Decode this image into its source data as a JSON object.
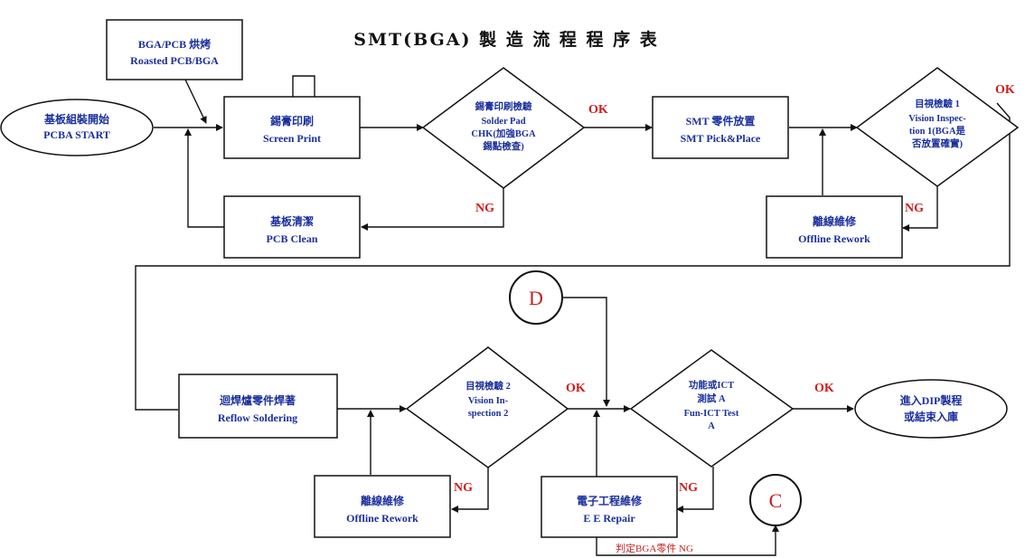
{
  "title": "SMT(BGA) 製 造 流 程 程 序 表",
  "nodes": {
    "start": {
      "line1": "基板組裝開始",
      "line2": "PCBA START"
    },
    "bake": {
      "line1": "BGA/PCB 烘烤",
      "line2": "Roasted PCB/BGA"
    },
    "screen_print": {
      "line1": "錫膏印刷",
      "line2": "Screen Print"
    },
    "solder_check": {
      "line1": "錫膏印刷檢驗",
      "line2": "Solder Pad",
      "line3": "CHK(加強BGA",
      "line4": "錫點檢查)"
    },
    "pcb_clean": {
      "line1": "基板清潔",
      "line2": "PCB Clean"
    },
    "pick_place": {
      "line1": "SMT 零件放置",
      "line2": "SMT Pick&Place"
    },
    "vision1": {
      "line1": "目視檢驗 1",
      "line2": "Vision Inspec-",
      "line3": "tion 1(BGA是",
      "line4": "否放置確實)"
    },
    "rework1": {
      "line1": "離線維修",
      "line2": "Offline Rework"
    },
    "reflow": {
      "line1": "迴焊爐零件焊著",
      "line2": "Reflow Soldering"
    },
    "vision2": {
      "line1": "目視檢驗 2",
      "line2": "Vision In-",
      "line3": "spection 2"
    },
    "rework2": {
      "line1": "離線維修",
      "line2": "Offline Rework"
    },
    "ict": {
      "line1": "功能或ICT",
      "line2": "測試 A",
      "line3": "Fun-ICT Test",
      "line4": "A"
    },
    "ee_repair": {
      "line1": "電子工程維修",
      "line2": "E E Repair"
    },
    "end": {
      "line1": "進入DIP製程",
      "line2": "或結束入庫"
    }
  },
  "connectors": {
    "d": "D",
    "c": "C"
  },
  "labels": {
    "ok1": "OK",
    "ng1": "NG",
    "ok2": "OK",
    "ng2": "NG",
    "ok3": "OK",
    "ng3": "NG",
    "ok4": "OK",
    "ng4": "NG",
    "note": "判定BGA零件 NG"
  },
  "colors": {
    "node_text": "#1a2f9e",
    "decision_text": "#d11b1b",
    "lines": "#111111"
  }
}
